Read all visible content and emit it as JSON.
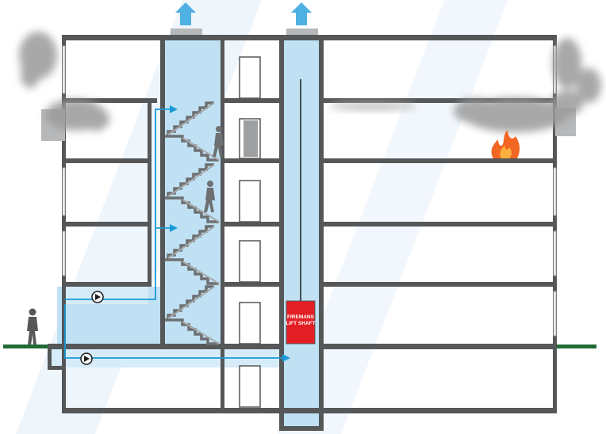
{
  "diagram": {
    "lift_label_line1": "FIREMANS",
    "lift_label_line2": "LIFT SHAFT"
  },
  "colors": {
    "wall": "#555759",
    "pressurised_zone": "#bfe1f3",
    "airflow_arrow": "#1a9ad6",
    "smoke": "#9a9a9a",
    "fire": "#f26522",
    "lift_car": "#e31e24",
    "ground": "#1f6b34",
    "background_swoosh": "#eef5fb"
  },
  "icons": [
    "fan-icon",
    "fire-icon",
    "smoke-cloud",
    "person-figure",
    "relief-vent-arrow"
  ]
}
